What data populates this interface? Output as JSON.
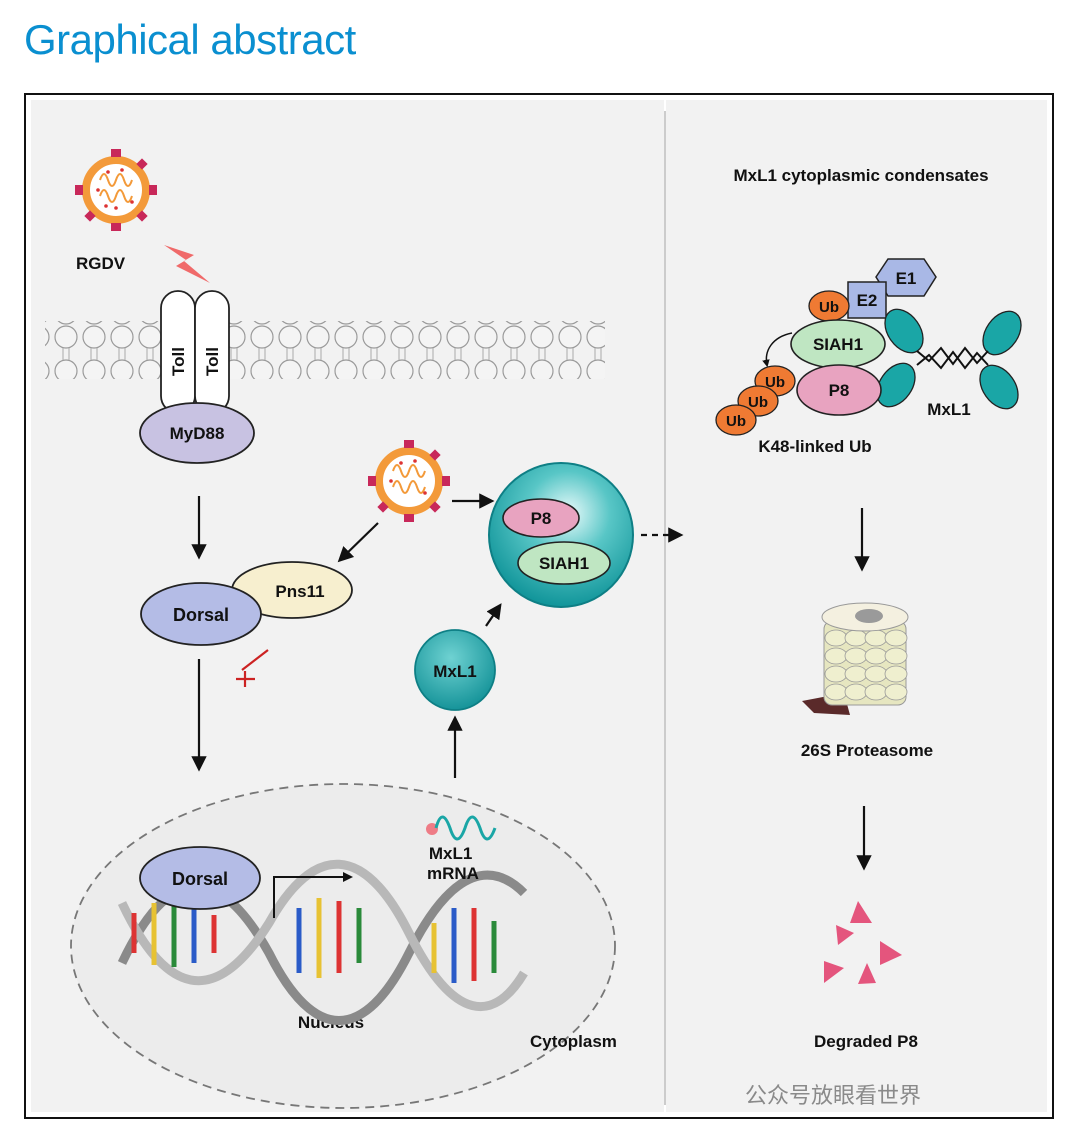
{
  "title": "Graphical abstract",
  "labels": {
    "rgdv": "RGDV",
    "toll_left": "Toll",
    "toll_right": "Toll",
    "myd88": "MyD88",
    "dorsal_cyto": "Dorsal",
    "pns11": "Pns11",
    "p8_condensate": "P8",
    "siah1_condensate": "SIAH1",
    "mxl1_droplet": "MxL1",
    "mxl1_mrna": "MxL1\nmRNA",
    "dorsal_nucleus": "Dorsal",
    "nucleus": "Nucleus",
    "cytoplasm": "Cytoplasm",
    "condensates_title": "MxL1 cytoplasmic condensates",
    "e1": "E1",
    "e2": "E2",
    "ub_top": "Ub",
    "siah1_complex": "SIAH1",
    "p8_complex": "P8",
    "ub_chain": [
      "Ub",
      "Ub",
      "Ub"
    ],
    "mxl1_complex": "MxL1",
    "k48": "K48-linked Ub",
    "proteasome": "26S Proteasome",
    "degraded": "Degraded P8"
  },
  "watermark": "公众号放眼看世界",
  "colors": {
    "title_blue": "#0a8fd0",
    "panel_bg": "#f2f2f2",
    "lavender": "#b4bce6",
    "purple_myd88": "#c8c2e2",
    "cream": "#f7efcf",
    "pink_p8": "#e8a3c0",
    "green_siah1": "#bfe6c2",
    "teal": "#1aa6a6",
    "orange_ub": "#ef7a33",
    "e_blue": "#a9b8e6",
    "red_inhibit": "#cc2222",
    "fragment_pink": "#e4557d"
  }
}
